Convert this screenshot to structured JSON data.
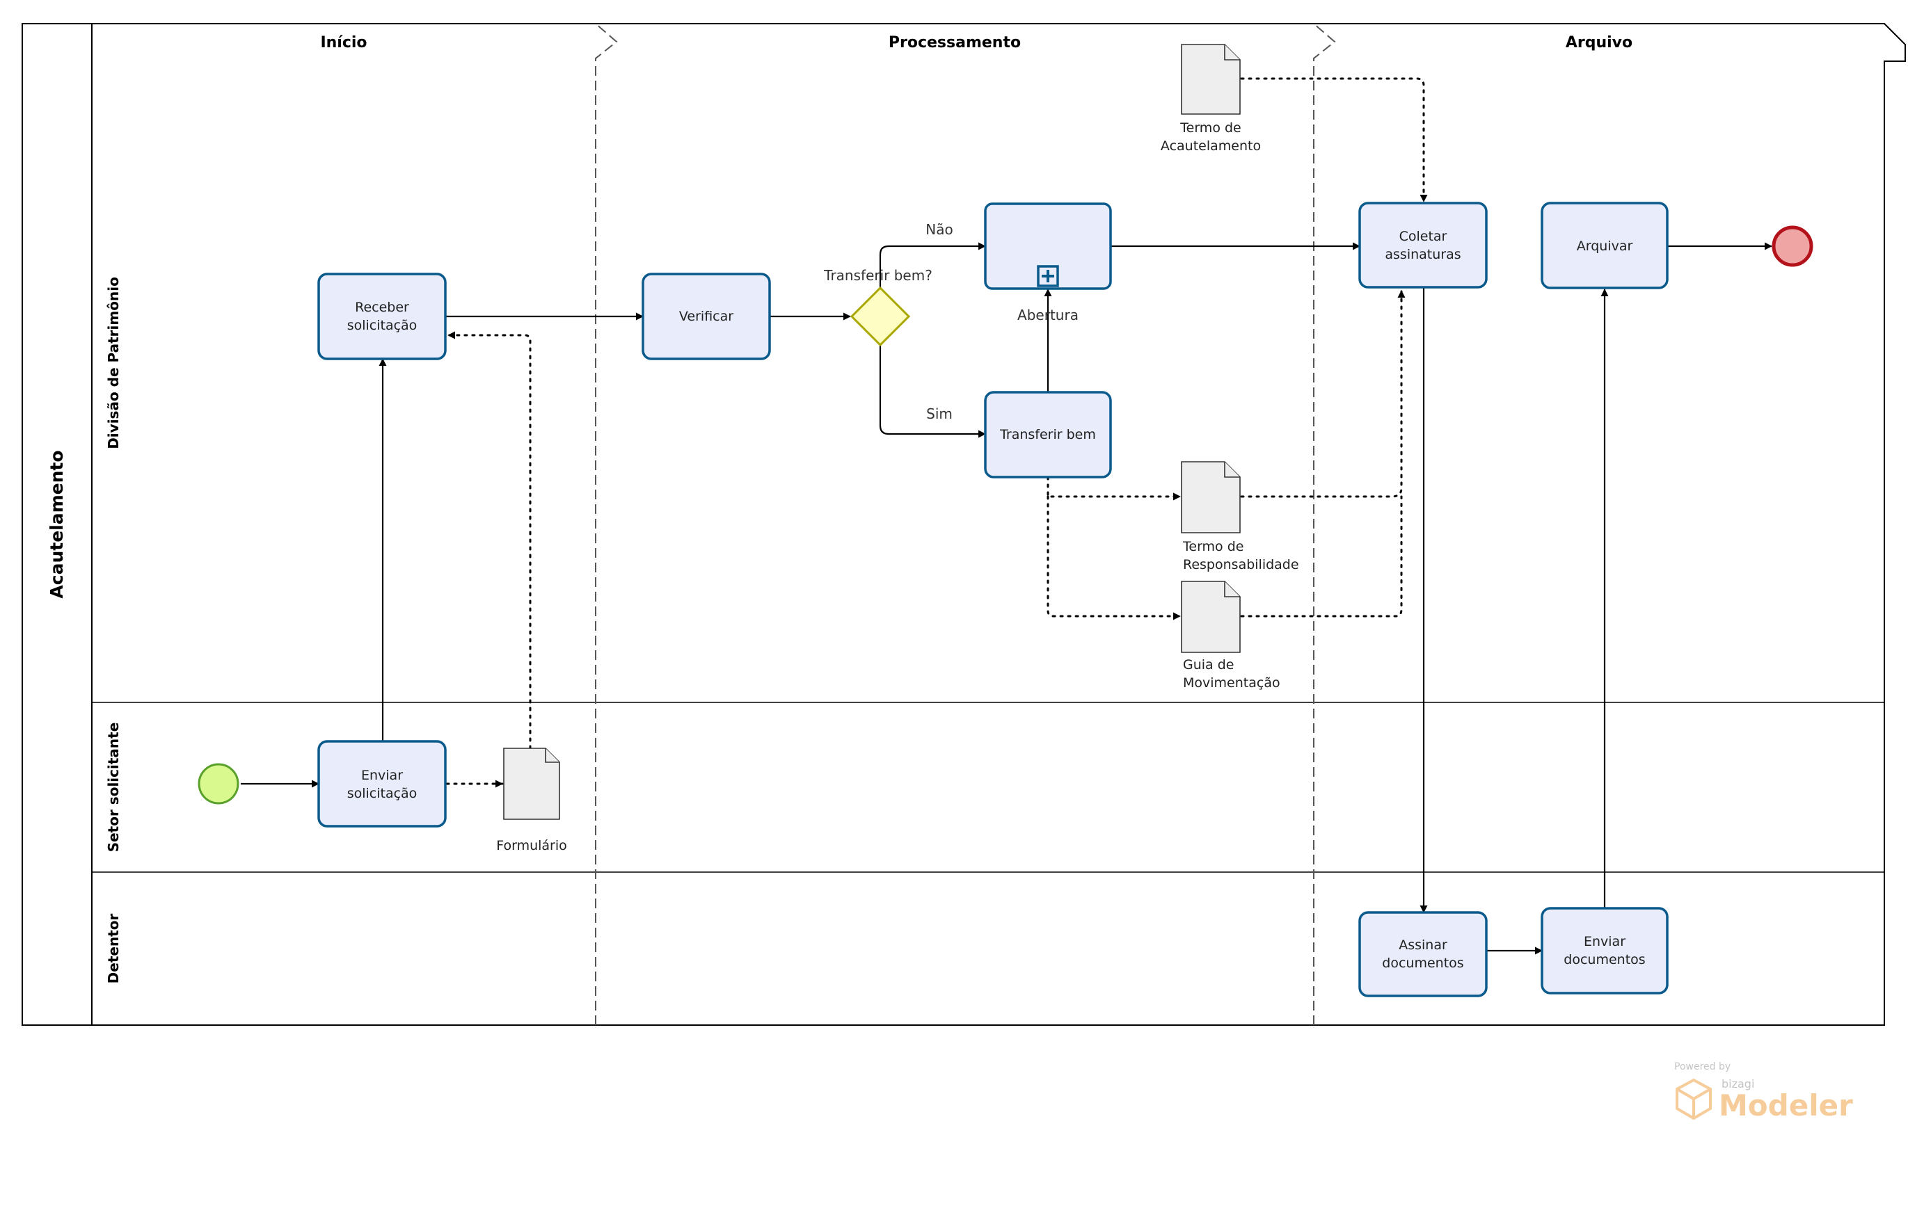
{
  "pool": {
    "label": "Acautelamento"
  },
  "phases": [
    {
      "id": "inicio",
      "label": "Início"
    },
    {
      "id": "processamento",
      "label": "Processamento"
    },
    {
      "id": "arquivo",
      "label": "Arquivo"
    }
  ],
  "lanes": [
    {
      "id": "patrimonio",
      "label": "Divisão de Patrimônio"
    },
    {
      "id": "setor",
      "label": "Setor solicitante"
    },
    {
      "id": "detentor",
      "label": "Detentor"
    }
  ],
  "tasks": {
    "receber": [
      "Receber",
      "solicitação"
    ],
    "enviar": [
      "Enviar",
      "solicitação"
    ],
    "verificar": [
      "Verificar"
    ],
    "abertura": [
      "Abertura"
    ],
    "transferir": [
      "Transferir bem"
    ],
    "coletar": [
      "Coletar",
      "assinaturas"
    ],
    "arquivar": [
      "Arquivar"
    ],
    "assinar": [
      "Assinar",
      "documentos"
    ],
    "enviar_docs": [
      "Enviar",
      "documentos"
    ]
  },
  "gateway": {
    "label": "Transferir bem?",
    "no_label": "Não",
    "yes_label": "Sim"
  },
  "documents": {
    "formulario": [
      "Formulário"
    ],
    "termo_acautelamento": [
      "Termo de",
      "Acautelamento"
    ],
    "termo_responsabilidade": [
      "Termo de",
      "Responsabilidade"
    ],
    "guia": [
      "Guia de",
      "Movimentação"
    ]
  },
  "watermark": {
    "powered": "Powered by",
    "brand": "bizagi",
    "product": "Modeler"
  },
  "colors": {
    "task_fill": "#e8ecfb",
    "task_stroke": "#0b5a8c",
    "start_fill": "#d9f98e",
    "start_stroke": "#5aa02c",
    "end_fill": "#f0a5a5",
    "end_stroke": "#b3121b",
    "gateway_fill": "#fdfdc4",
    "gateway_stroke": "#a8a800",
    "watermark": "#f5c48a"
  }
}
